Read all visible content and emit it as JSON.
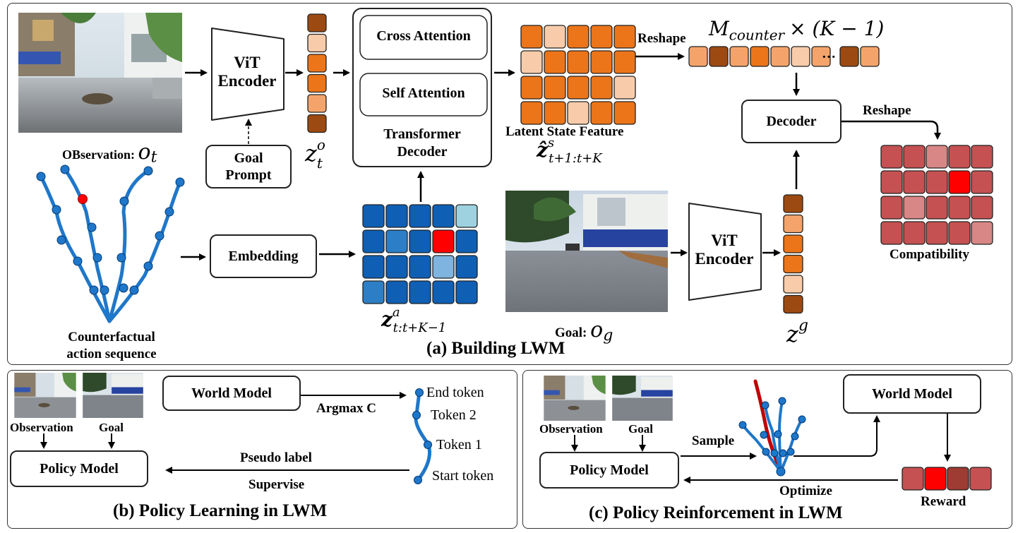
{
  "colors": {
    "orange_dark": "#9c4a12",
    "orange": "#ec7519",
    "orange_light": "#f4a46b",
    "orange_pale": "#f8ccaa",
    "blue_dark": "#0f5fb4",
    "blue": "#2c7fc6",
    "blue_light": "#7eb4df",
    "blue_pale": "#9ed2e0",
    "red": "#ff0000",
    "red_dark": "#c55152",
    "red_light": "#d88786",
    "path_blue": "#1f77c9",
    "path_red": "#c00000"
  },
  "panel_a": {
    "caption": "(a) Building LWM",
    "observation_label": "OBservation:",
    "observation_symbol": "o",
    "observation_sub": "t",
    "vit_encoder_top": "ViT\nEncoder",
    "goal_prompt": "Goal\nPrompt",
    "zo_base": "z",
    "zo_sup": "o",
    "zo_sub": "t",
    "cross_attention": "Cross Attention",
    "self_attention": "Self Attention",
    "transformer_decoder": "Transformer\nDecoder",
    "latent_state_feature": "Latent State Feature",
    "zs_base": "ẑ",
    "zs_sup": "s",
    "zs_sub": "t+1:t+K",
    "reshape_top": "Reshape",
    "m_counter": "M",
    "m_counter_sub": "counter",
    "m_counter_tail": "× (K − 1)",
    "ellipsis": "···",
    "decoder": "Decoder",
    "reshape_right": "Reshape",
    "compatibility": "Compatibility",
    "counterfactual": "Counterfactual\naction sequence",
    "embedding": "Embedding",
    "za_base": "z",
    "za_sup": "a",
    "za_sub": "t:t+K−1",
    "goal_label": "Goal:",
    "goal_symbol": "o",
    "goal_sub": "g",
    "vit_encoder_goal": "ViT\nEncoder",
    "zg_base": "z",
    "zg_sup": "g"
  },
  "panel_b": {
    "caption": "(b) Policy Learning in LWM",
    "observation": "Observation",
    "goal": "Goal",
    "world_model": "World Model",
    "argmax": "Argmax C",
    "end_token": "End token",
    "token2": "Token 2",
    "token1": "Token 1",
    "start_token": "Start token",
    "policy_model": "Policy Model",
    "pseudo_label": "Pseudo label",
    "supervise": "Supervise"
  },
  "panel_c": {
    "caption": "(c) Policy Reinforcement in LWM",
    "observation": "Observation",
    "goal": "Goal",
    "world_model": "World Model",
    "sample": "Sample",
    "policy_model": "Policy Model",
    "optimize": "Optimize",
    "reward": "Reward"
  },
  "grids": {
    "zo_tokens": [
      "orange_dark",
      "orange_pale",
      "orange",
      "orange",
      "orange_light",
      "orange_dark"
    ],
    "zg_tokens": [
      "orange_dark",
      "orange_light",
      "orange",
      "orange",
      "orange_pale",
      "orange_dark"
    ],
    "latent": [
      [
        "orange",
        "orange_pale",
        "orange",
        "orange",
        "orange"
      ],
      [
        "orange_pale",
        "orange",
        "orange",
        "orange",
        "orange"
      ],
      [
        "orange",
        "orange",
        "orange",
        "orange",
        "orange_pale"
      ],
      [
        "orange",
        "orange",
        "orange_pale",
        "orange",
        "orange"
      ]
    ],
    "reshape_row": [
      "orange_light",
      "orange_dark",
      "orange_light",
      "orange",
      "orange_light",
      "orange_pale",
      "orange_light"
    ],
    "reshape_tail": [
      "orange_dark",
      "orange_light"
    ],
    "action": [
      [
        "blue_dark",
        "blue_dark",
        "blue_dark",
        "blue_dark",
        "blue_pale"
      ],
      [
        "blue_dark",
        "blue",
        "blue_dark",
        "red",
        "blue_dark"
      ],
      [
        "blue_dark",
        "blue_dark",
        "blue_dark",
        "blue_light",
        "blue_dark"
      ],
      [
        "blue",
        "blue_dark",
        "blue_dark",
        "blue_dark",
        "blue_dark"
      ]
    ],
    "compat": [
      [
        "red_dark",
        "red_dark",
        "red_light",
        "red_dark",
        "red_dark"
      ],
      [
        "red_dark",
        "red_dark",
        "red_dark",
        "red",
        "red_dark"
      ],
      [
        "red_dark",
        "red_light",
        "red_dark",
        "red_dark",
        "red_dark"
      ],
      [
        "red_dark",
        "red_dark",
        "red_dark",
        "red_dark",
        "red_light"
      ]
    ],
    "reward": [
      "red_dark",
      "red",
      "orange_dark_red",
      "red_dark"
    ]
  }
}
